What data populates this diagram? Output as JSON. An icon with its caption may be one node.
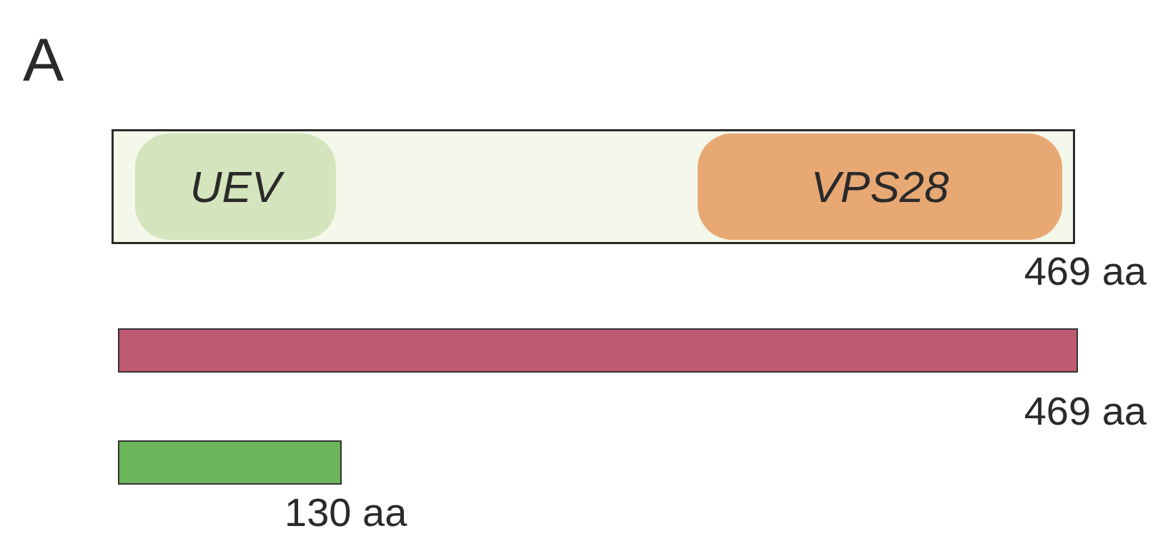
{
  "diagram": {
    "nodes": [
      {
        "text": [],
        "shape": "box",
        "beside": [
          "469 aa"
        ]
      },
      {
        "text": [
          "UEV"
        ],
        "in": 0
      },
      {
        "text": [
          "VPS28"
        ],
        "in": 0
      },
      {
        "text": [],
        "shape": "bar",
        "beside": [
          "469 aa"
        ]
      },
      {
        "text": [],
        "shape": "bar",
        "beside": [
          "130 aa"
        ]
      }
    ],
    "labels": [
      "A"
    ]
  }
}
